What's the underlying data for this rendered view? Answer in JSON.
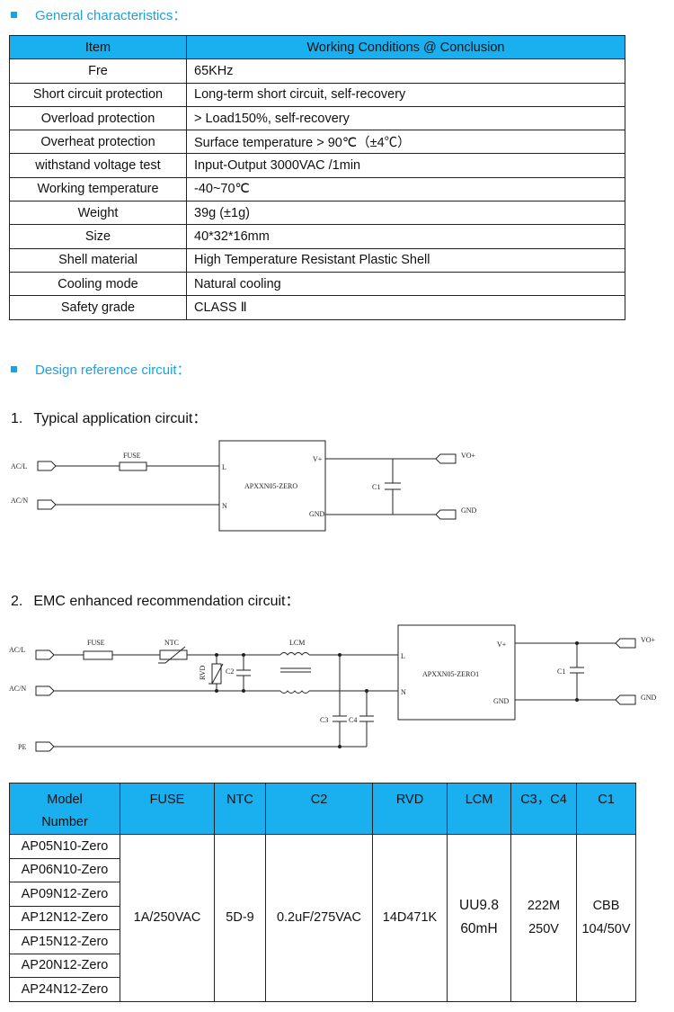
{
  "sections": {
    "general": "General characteristics：",
    "design": "Design reference circuit：",
    "typical_num": "1.",
    "typical": "Typical application circuit：",
    "emc_num": "2.",
    "emc": "EMC enhanced recommendation circuit："
  },
  "spec_table": {
    "headers": [
      "Item",
      "Working Conditions @ Conclusion"
    ],
    "rows": [
      [
        "Fre",
        "65KHz"
      ],
      [
        "Short circuit protection",
        "Long-term short circuit, self-recovery"
      ],
      [
        "Overload protection",
        " > Load150%, self-recovery"
      ],
      [
        "Overheat protection",
        "Surface temperature > 90℃（±4℃）"
      ],
      [
        "withstand voltage test",
        "Input-Output    3000VAC /1min"
      ],
      [
        "Working temperature",
        "-40~70℃"
      ],
      [
        "Weight",
        "39g (±1g)"
      ],
      [
        "Size",
        "40*32*16mm"
      ],
      [
        "Shell material",
        "High Temperature Resistant Plastic Shell"
      ],
      [
        "Cooling mode",
        "Natural cooling"
      ],
      [
        "Safety grade",
        "CLASS Ⅱ"
      ]
    ]
  },
  "circuit1": {
    "acl": "AC/L",
    "acn": "AC/N",
    "fuse": "FUSE",
    "module": "APXXN05-ZERO",
    "pin_l": "L",
    "pin_n": "N",
    "pin_v": "V+",
    "pin_gnd": "GND",
    "c1": "C1",
    "vo": "VO+",
    "gnd": "GND"
  },
  "circuit2": {
    "acl": "AC/L",
    "acn": "AC/N",
    "pe": "PE",
    "fuse": "FUSE",
    "ntc": "NTC",
    "rvd": "RVD",
    "c2": "C2",
    "lcm": "LCM",
    "c3": "C3",
    "c4": "C4",
    "module": "APXXN05-ZERO1",
    "pin_l": "L",
    "pin_n": "N",
    "pin_v": "V+",
    "pin_gnd": "GND",
    "c1": "C1",
    "vo": "VO+",
    "gnd": "GND"
  },
  "model_table": {
    "headers": [
      "Model\nNumber",
      "FUSE",
      "NTC",
      "C2",
      "RVD",
      "LCM",
      "C3，C4",
      "C1"
    ],
    "models": [
      "AP05N10-Zero",
      "AP06N10-Zero",
      "AP09N12-Zero",
      "AP12N12-Zero",
      "AP15N12-Zero",
      "AP20N12-Zero",
      "AP24N12-Zero"
    ],
    "fuse": "1A/250VAC",
    "ntc": "5D-9",
    "c2": "0.2uF/275VAC",
    "rvd": "14D471K",
    "lcm": "UU9.8\n60mH",
    "c3c4": "222M\n250V",
    "c1": "CBB\n104/50V"
  }
}
